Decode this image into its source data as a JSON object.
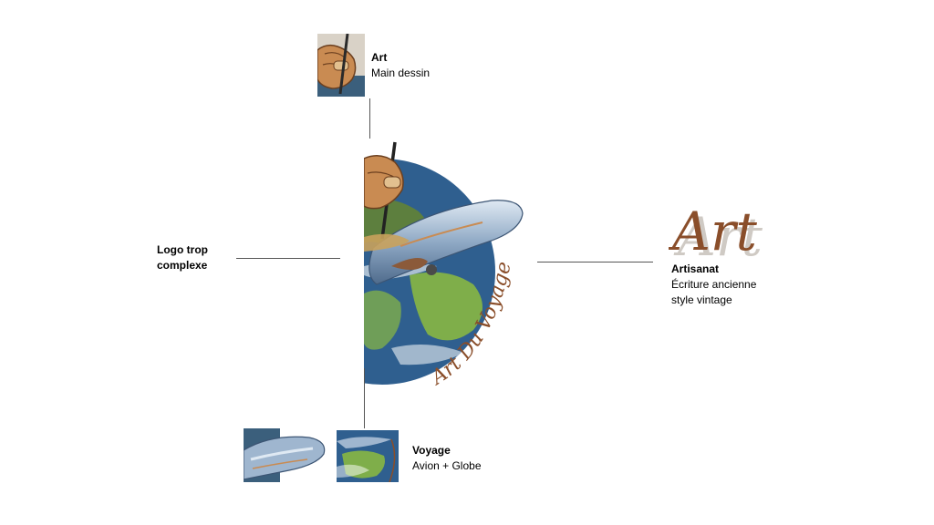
{
  "art": {
    "title": "Art",
    "subtitle": "Main dessin"
  },
  "complexity_note": {
    "line1": "Logo trop",
    "line2": "complexe"
  },
  "artisanat": {
    "title": "Artisanat",
    "line1": "Écriture ancienne",
    "line2": "style vintage",
    "sample_text": "Art"
  },
  "voyage": {
    "title": "Voyage",
    "subtitle": "Avion + Globe"
  },
  "logo": {
    "text": "Art Du Voyage"
  },
  "colors": {
    "line": "#555555",
    "ocean": "#2f5f8f",
    "land": "#7fae4a",
    "plane": "#9fb6cf",
    "skin": "#c98b52",
    "script_brown": "#8a4e2a"
  }
}
